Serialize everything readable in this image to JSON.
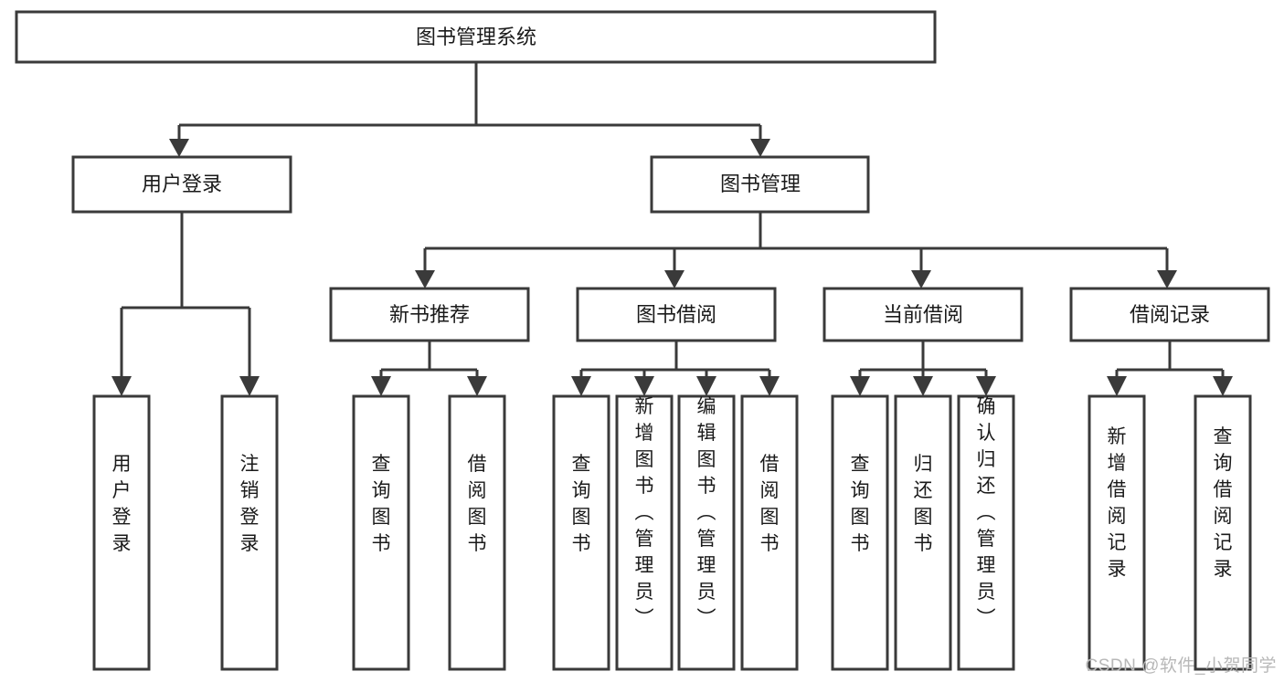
{
  "diagram": {
    "type": "tree",
    "title": "图书管理系统",
    "orientation": "top-down",
    "levels": 4,
    "colors": {
      "stroke": "#3a3a3a",
      "fill": "#ffffff",
      "text": "#1a1a1a",
      "watermark": "#b8b8b8",
      "background": "#ffffff"
    },
    "root": {
      "label": "图书管理系统"
    },
    "level2": [
      {
        "label": "用户登录"
      },
      {
        "label": "图书管理"
      }
    ],
    "level3": [
      {
        "label": "新书推荐"
      },
      {
        "label": "图书借阅"
      },
      {
        "label": "当前借阅"
      },
      {
        "label": "借阅记录"
      }
    ],
    "leaves": {
      "user_login": [
        {
          "label": "用户登录"
        },
        {
          "label": "注销登录"
        }
      ],
      "new_book_recommend": [
        {
          "label": "查询图书"
        },
        {
          "label": "借阅图书"
        }
      ],
      "book_borrow": [
        {
          "label": "查询图书"
        },
        {
          "label": "新增图书（管理员）"
        },
        {
          "label": "编辑图书（管理员）"
        },
        {
          "label": "借阅图书"
        }
      ],
      "current_borrow": [
        {
          "label": "查询图书"
        },
        {
          "label": "归还图书"
        },
        {
          "label": "确认归还（管理员）"
        }
      ],
      "borrow_record": [
        {
          "label": "新增借阅记录"
        },
        {
          "label": "查询借阅记录"
        }
      ]
    }
  },
  "watermark": {
    "text": "CSDN @软件_小贺同学"
  }
}
